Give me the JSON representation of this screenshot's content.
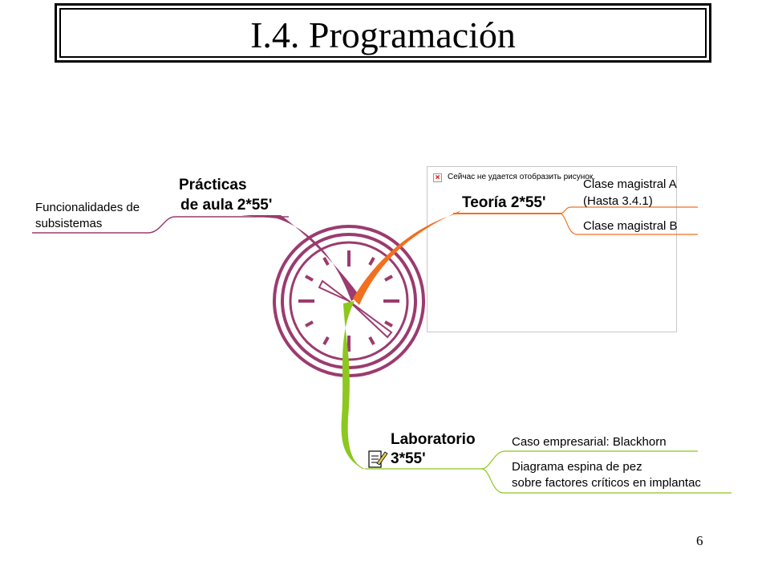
{
  "slide": {
    "title": "I.4. Programación",
    "page_number": "6"
  },
  "broken_image": {
    "message": "Сейчас не удается отобразить рисунок."
  },
  "mindmap": {
    "branches": {
      "practicas": {
        "label_line1": "Prácticas",
        "label_line2": "de aula 2*55'",
        "color": "#9b3b6e",
        "children": [
          {
            "line1": "Funcionalidades de",
            "line2": "subsistemas"
          }
        ]
      },
      "teoria": {
        "label": "Teoría 2*55'",
        "color": "#f07020",
        "children": [
          {
            "line1": "Clase magistral A",
            "line2": "(Hasta 3.4.1)"
          },
          {
            "line1": "Clase magistral B"
          }
        ]
      },
      "laboratorio": {
        "label_line1": "Laboratorio",
        "label_line2": "3*55'",
        "color": "#8cc81e",
        "icon": "notepad-pencil-icon",
        "children": [
          {
            "line1": "Caso empresarial: Blackhorn"
          },
          {
            "line1": "Diagrama espina de pez",
            "line2": "sobre factores críticos en implantac"
          }
        ]
      }
    },
    "center_icon": "clock-icon",
    "center_color": "#9b3b6e"
  }
}
